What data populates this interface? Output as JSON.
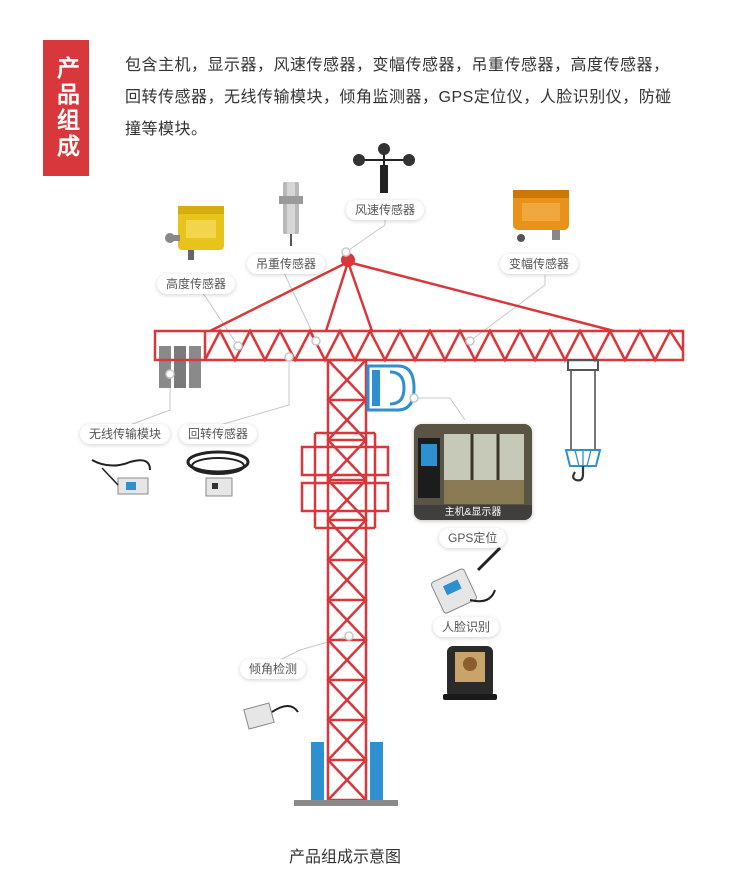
{
  "section_tab": {
    "label": "产品组成"
  },
  "intro": {
    "text": "包含主机，显示器，风速传感器，变幅传感器，吊重传感器，高度传感器，回转传感器，无线传输模块，倾角监测器，GPS定位仪，人脸识别仪，防碰撞等模块。"
  },
  "labels": {
    "wind": "风速传感器",
    "hoist": "吊重传感器",
    "height": "高度传感器",
    "luffing": "变幅传感器",
    "wireless": "无线传输模块",
    "slewing": "回转传感器",
    "host_display": "主机&显示器",
    "gps": "GPS定位",
    "face": "人脸识别",
    "tilt": "倾角检测"
  },
  "caption": "产品组成示意图",
  "colors": {
    "crane_red": "#d8373b",
    "accent_blue": "#2e8fd1",
    "sensor_yellow": "#e8c31a",
    "sensor_orange": "#e8921a",
    "counterweight_gray": "#7b7b7b"
  }
}
